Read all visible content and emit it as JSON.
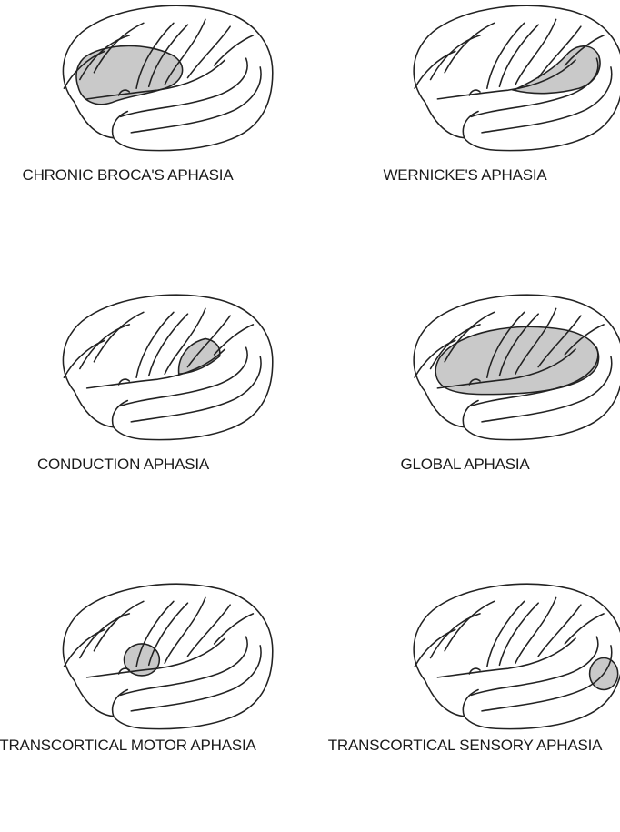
{
  "panels": [
    {
      "id": "chronic-broca",
      "label": "CHRONIC BROCA'S APHASIA",
      "lesion_region": "inferior frontal and anterior perisylvian region"
    },
    {
      "id": "wernicke",
      "label": "WERNICKE'S APHASIA",
      "lesion_region": "posterior superior temporal region"
    },
    {
      "id": "conduction",
      "label": "CONDUCTION APHASIA",
      "lesion_region": "supramarginal / posterior perisylvian region"
    },
    {
      "id": "global",
      "label": "GLOBAL APHASIA",
      "lesion_region": "large perisylvian region"
    },
    {
      "id": "transcortical-motor",
      "label": "TRANSCORTICAL MOTOR APHASIA",
      "lesion_region": "anterior frontal region"
    },
    {
      "id": "transcortical-sensory",
      "label": "TRANSCORTICAL SENSORY APHASIA",
      "lesion_region": "posterior temporo-occipital region"
    }
  ],
  "colors": {
    "lesion": "#c9c9c9",
    "outline": "#222222",
    "text": "#1a1a1a"
  }
}
